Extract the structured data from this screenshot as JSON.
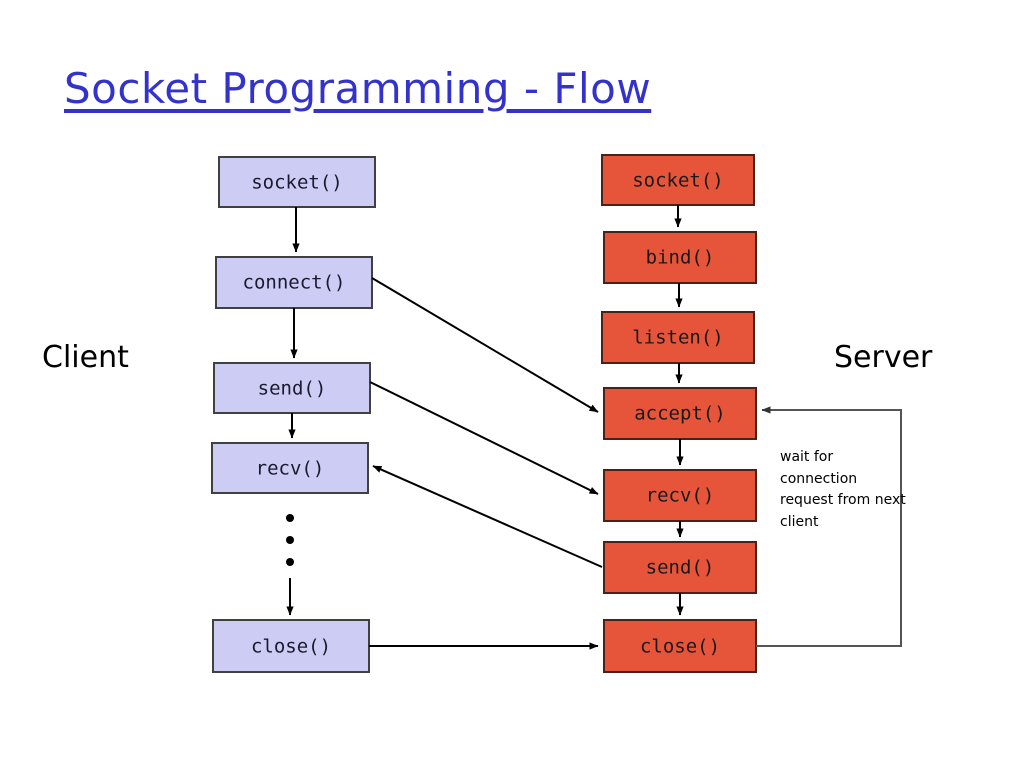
{
  "slide": {
    "title": "Socket Programming - Flow",
    "title_color": "#3333cc",
    "background": "#ffffff"
  },
  "labels": {
    "client": "Client",
    "server": "Server"
  },
  "colors": {
    "client_box_fill": "#ccccf5",
    "client_box_stroke": "#404040",
    "server_box_fill": "#e6553a",
    "server_box_stroke": "#4a2218",
    "arrow": "#000000",
    "loop_arrow": "#555555"
  },
  "client": {
    "column_label": "Client",
    "boxes": [
      {
        "id": "client-socket",
        "label": "socket()"
      },
      {
        "id": "client-connect",
        "label": "connect()"
      },
      {
        "id": "client-send",
        "label": "send()"
      },
      {
        "id": "client-recv",
        "label": "recv()"
      },
      {
        "id": "client-close",
        "label": "close()"
      }
    ],
    "ellipsis": "⋮"
  },
  "server": {
    "column_label": "Server",
    "boxes": [
      {
        "id": "server-socket",
        "label": "socket()"
      },
      {
        "id": "server-bind",
        "label": "bind()"
      },
      {
        "id": "server-listen",
        "label": "listen()"
      },
      {
        "id": "server-accept",
        "label": "accept()"
      },
      {
        "id": "server-recv",
        "label": "recv()"
      },
      {
        "id": "server-send",
        "label": "send()"
      },
      {
        "id": "server-close",
        "label": "close()"
      }
    ]
  },
  "annotation": {
    "lines": [
      "wait for",
      "connection",
      "request from next",
      "client"
    ],
    "full_text": "wait for connection request from next client"
  },
  "connections": [
    {
      "from": "client-connect",
      "to": "server-accept",
      "kind": "cross"
    },
    {
      "from": "client-send",
      "to": "server-recv",
      "kind": "cross"
    },
    {
      "from": "server-send",
      "to": "client-recv",
      "kind": "cross"
    },
    {
      "from": "client-close",
      "to": "server-close",
      "kind": "horizontal"
    },
    {
      "from": "server-close",
      "to": "server-accept",
      "kind": "loop"
    }
  ]
}
